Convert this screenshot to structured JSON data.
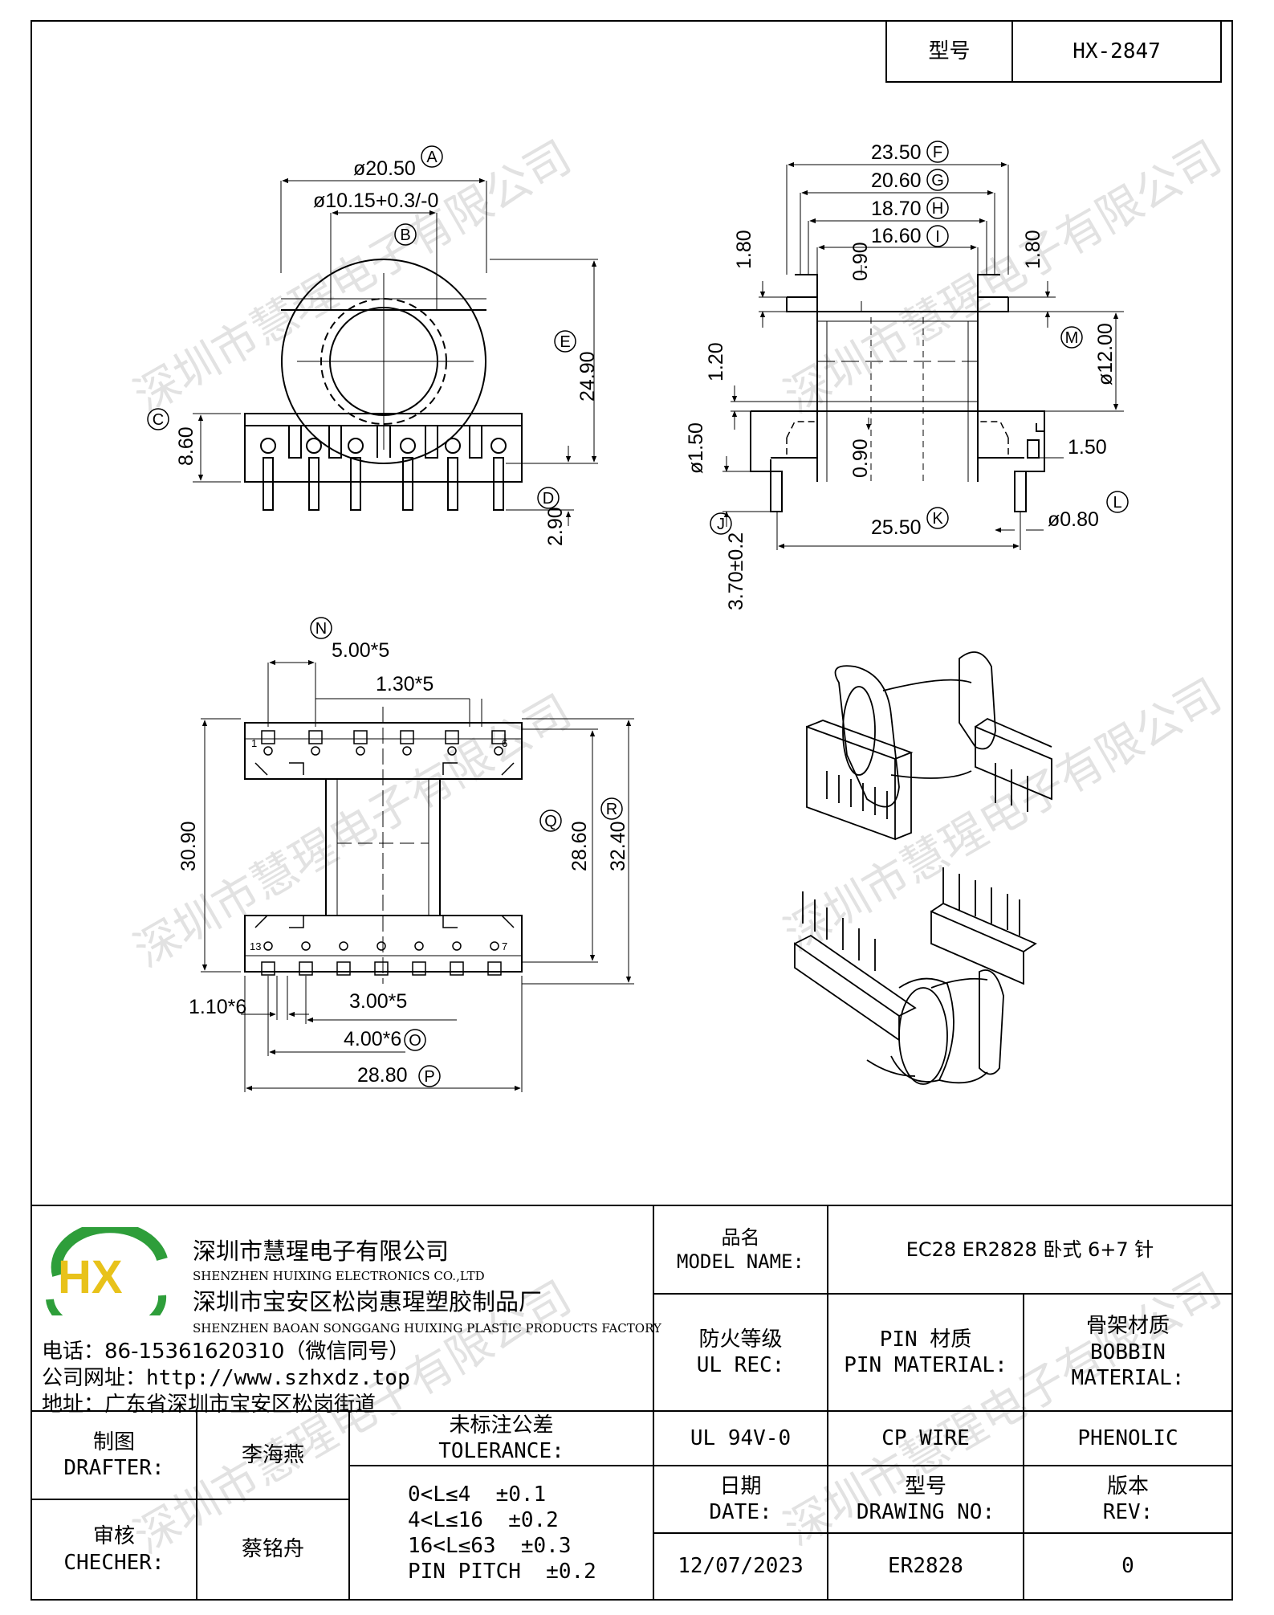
{
  "header": {
    "model_label": "型号",
    "model_value": "HX-2847"
  },
  "watermark": "深圳市慧瑆电子有限公司",
  "dims": {
    "A": "ø20.50",
    "B": "ø10.15+0.3/-0",
    "C": "8.60",
    "D": "2.90",
    "E": "24.90",
    "F": "23.50",
    "G": "20.60",
    "H": "18.70",
    "I": "16.60",
    "side_18": "1.80",
    "gap_090_top": "0.90",
    "gap_120": "1.20",
    "gap_150": "ø1.50",
    "gap_090_bot": "0.90",
    "J": "3.70±0.2",
    "K": "25.50",
    "L": "ø0.80",
    "M": "ø12.00",
    "r150": "1.50",
    "N": "5.00*5",
    "p130": "1.30*5",
    "h3090": "30.90",
    "Q": "28.60",
    "R": "32.40",
    "w110": "1.10*6",
    "w300": "3.00*5",
    "O": "4.00*6",
    "P": "28.80",
    "pin1": "1",
    "pin6": "6",
    "pin13": "13",
    "pin7": "7"
  },
  "letters": [
    "A",
    "B",
    "C",
    "D",
    "E",
    "F",
    "G",
    "H",
    "I",
    "J",
    "K",
    "L",
    "M",
    "N",
    "O",
    "P",
    "Q",
    "R"
  ],
  "company": {
    "logo_text": "HX",
    "name_cn": "深圳市慧瑆电子有限公司",
    "name_en": "SHENZHEN HUIXING ELECTRONICS CO.,LTD",
    "factory_cn": "深圳市宝安区松岗惠瑆塑胶制品厂",
    "factory_en": "SHENZHEN BAOAN SONGGANG HUIXING PLASTIC PRODUCTS FACTORY",
    "phone": "电话：86-15361620310（微信同号）",
    "website": "公司网址：http://www.szhxdz.top",
    "address": "地址：广东省深圳市宝安区松岗街道"
  },
  "titleblock": {
    "model_name_cn": "品名",
    "model_name_en": "MODEL NAME:",
    "model_name_value": "EC28 ER2828 卧式 6+7 针",
    "ul_cn": "防火等级",
    "ul_en": "UL REC:",
    "pin_cn": "PIN 材质",
    "pin_en": "PIN MATERIAL:",
    "bobbin_cn": "骨架材质",
    "bobbin_en1": "BOBBIN",
    "bobbin_en2": "MATERIAL:",
    "ul_value": "UL 94V-0",
    "pin_value": "CP WIRE",
    "bobbin_value": "PHENOLIC",
    "drafter_cn": "制图",
    "drafter_en": "DRAFTER:",
    "drafter_name": "李海燕",
    "checker_cn": "审核",
    "checker_en": "CHECHER:",
    "checker_name": "蔡铭舟",
    "tol_cn": "未标注公差",
    "tol_en": "TOLERANCE:",
    "tol_lines": [
      "0<L≤4  ±0.1",
      "4<L≤16  ±0.2",
      "16<L≤63  ±0.3",
      "PIN PITCH  ±0.2"
    ],
    "date_cn": "日期",
    "date_en": "DATE:",
    "date_value": "12/07/2023",
    "dwg_cn": "型号",
    "dwg_en": "DRAWING NO:",
    "dwg_value": "ER2828",
    "rev_cn": "版本",
    "rev_en": "REV:",
    "rev_value": "0"
  }
}
